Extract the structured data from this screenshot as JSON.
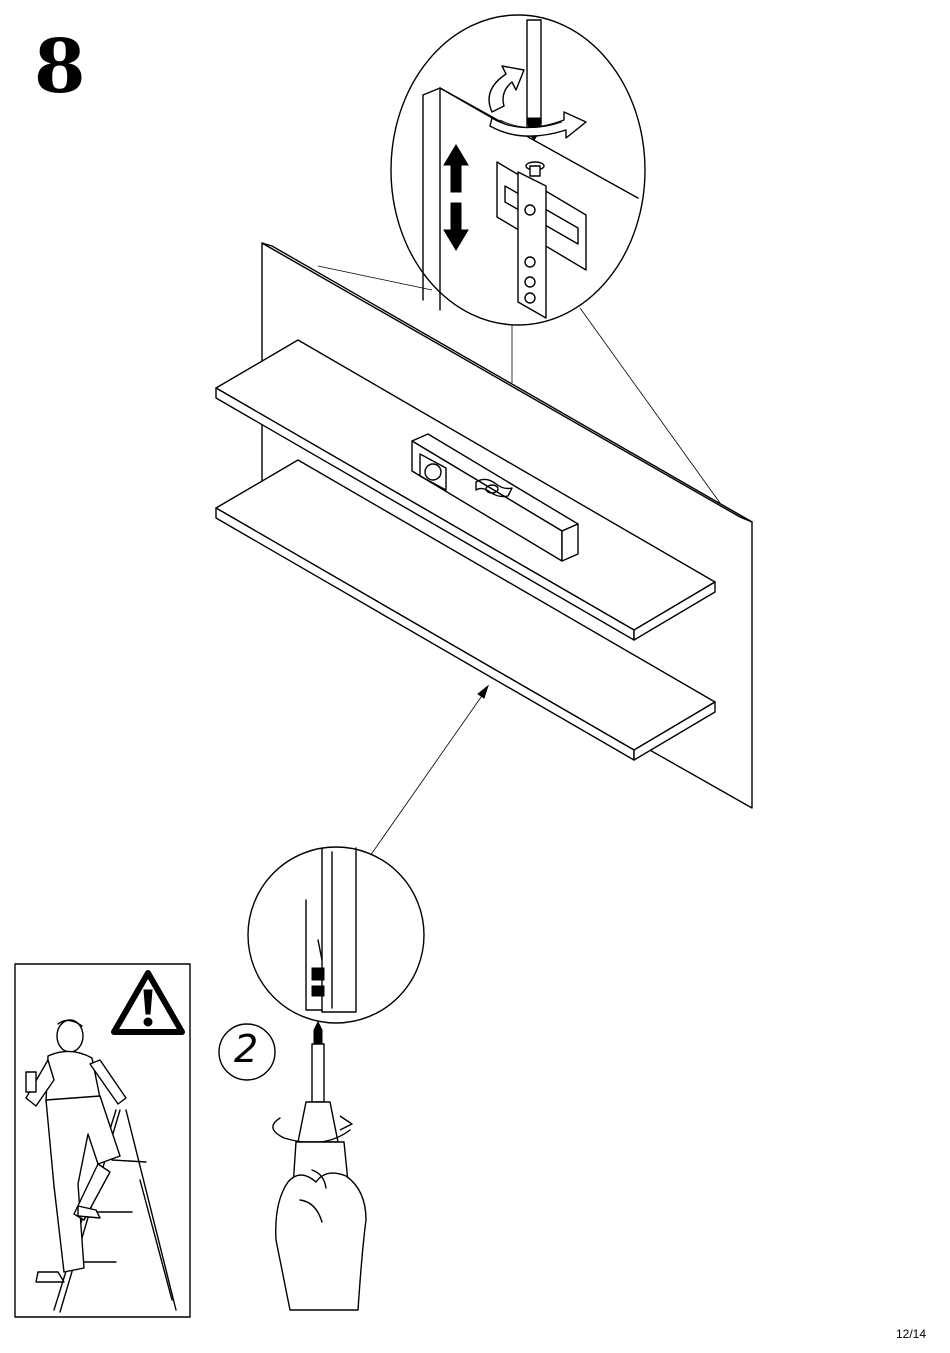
{
  "step": {
    "number": "8"
  },
  "sub_step": {
    "number": "2"
  },
  "page": {
    "counter": "12/14"
  },
  "icons": {
    "warning": "warning-triangle-icon",
    "rotate": "rotate-arrow-icon",
    "adjust": "up-down-arrows-icon"
  }
}
